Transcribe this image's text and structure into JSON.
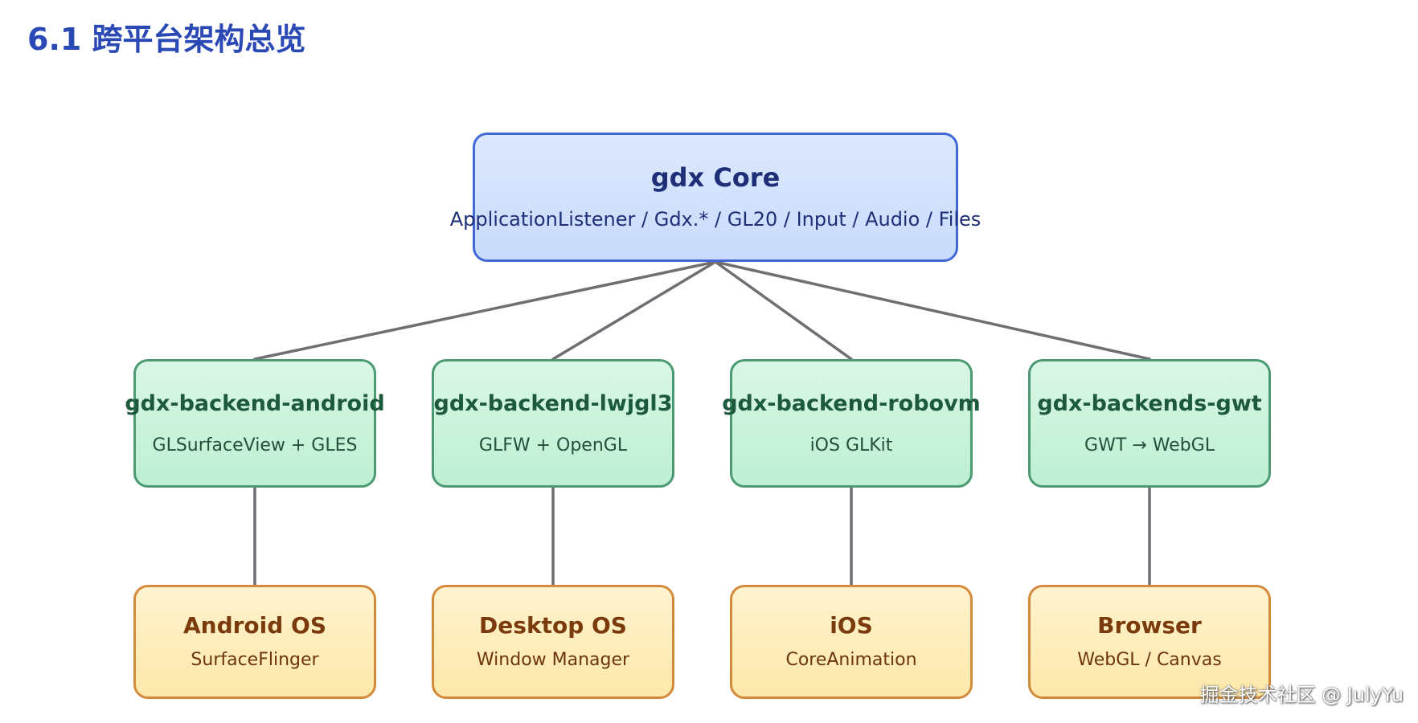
{
  "page": {
    "title": "6.1 跨平台架构总览"
  },
  "diagram": {
    "core": {
      "title": "gdx Core",
      "subtitle": "ApplicationListener / Gdx.* / GL20 / Input / Audio / Files"
    },
    "backends": [
      {
        "title": "gdx-backend-android",
        "subtitle": "GLSurfaceView + GLES"
      },
      {
        "title": "gdx-backend-lwjgl3",
        "subtitle": "GLFW + OpenGL"
      },
      {
        "title": "gdx-backend-robovm",
        "subtitle": "iOS GLKit"
      },
      {
        "title": "gdx-backends-gwt",
        "subtitle": "GWT → WebGL"
      }
    ],
    "platforms": [
      {
        "title": "Android OS",
        "subtitle": "SurfaceFlinger"
      },
      {
        "title": "Desktop OS",
        "subtitle": "Window Manager"
      },
      {
        "title": "iOS",
        "subtitle": "CoreAnimation"
      },
      {
        "title": "Browser",
        "subtitle": "WebGL / Canvas"
      }
    ],
    "colors": {
      "title": "#2a49b5",
      "core_border": "#4268d6",
      "backend_border": "#4b9a72",
      "platform_border": "#d38a3a",
      "connector": "#6e6e73"
    }
  },
  "watermark": {
    "text": "掘金技术社区 @ JulyYu"
  }
}
